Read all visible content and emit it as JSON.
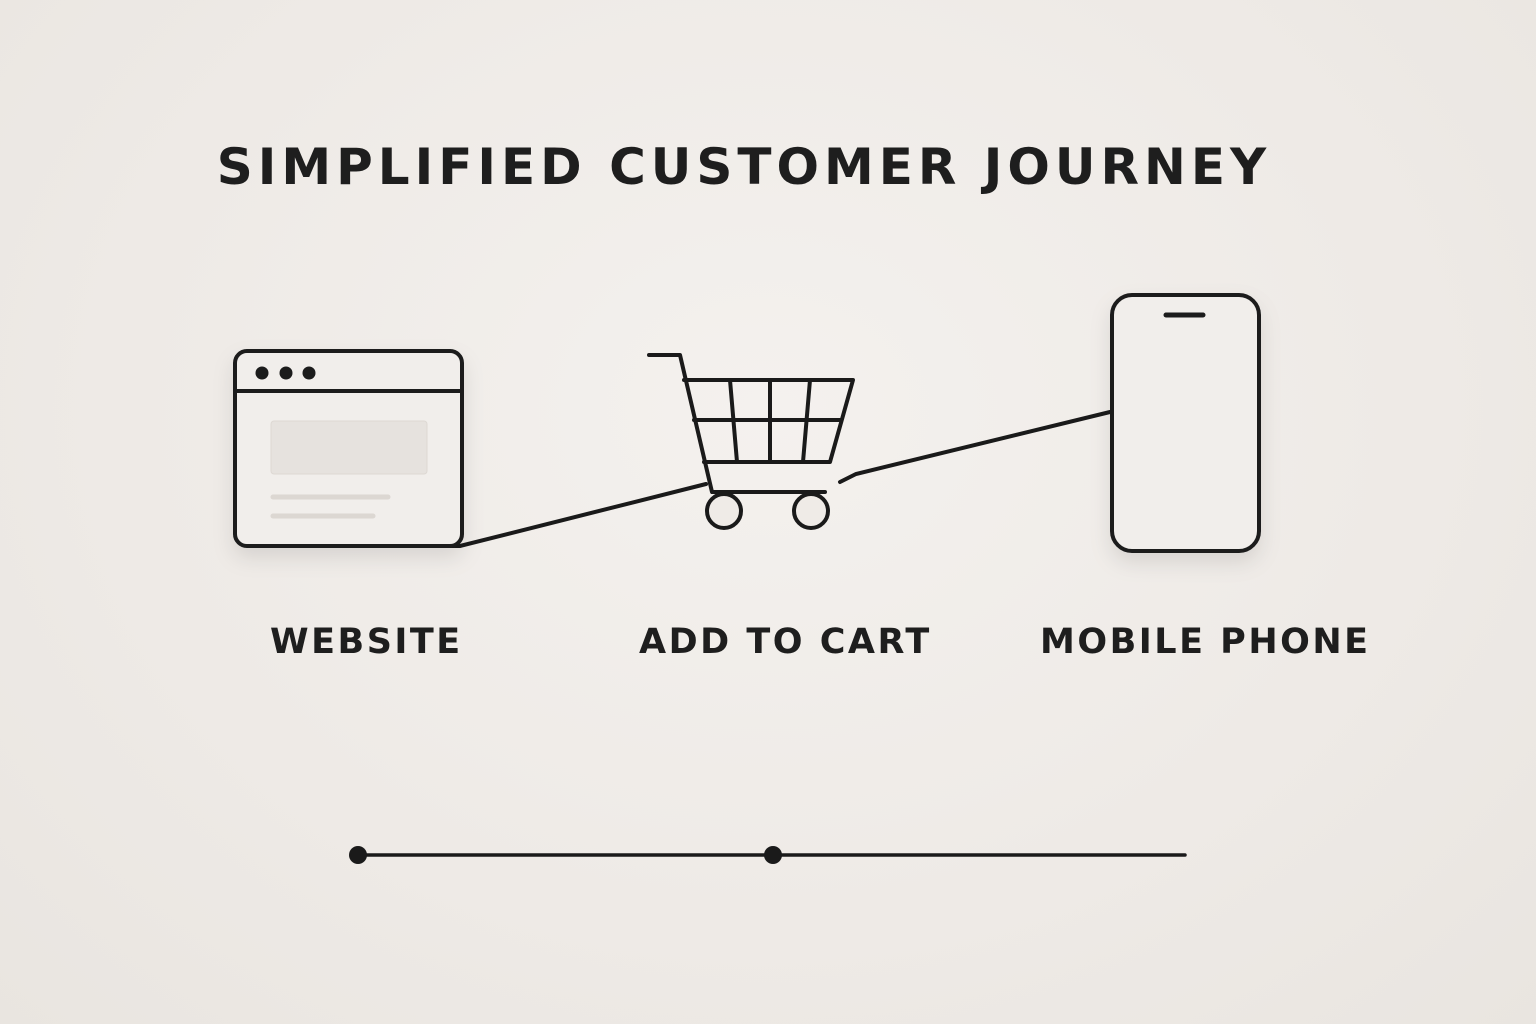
{
  "title": "SIMPLIFIED CUSTOMER JOURNEY",
  "steps": [
    {
      "label": "WEBSITE",
      "icon": "browser-window-icon"
    },
    {
      "label": "ADD TO CART",
      "icon": "shopping-cart-icon"
    },
    {
      "label": "MOBILE PHONE",
      "icon": "mobile-phone-icon"
    }
  ],
  "colors": {
    "background": "#efebe7",
    "stroke": "#1a1a1a",
    "text": "#1e1e1e"
  }
}
